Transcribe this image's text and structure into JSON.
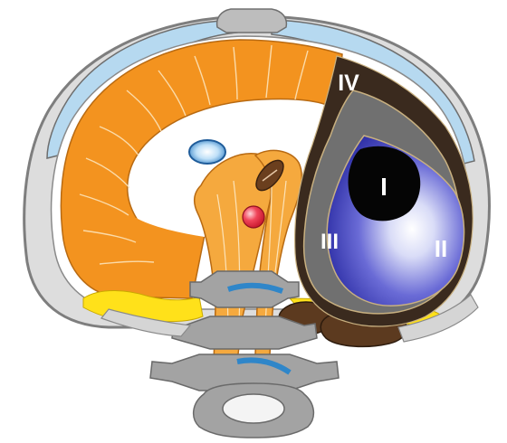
{
  "zones": {
    "zone_1": "I",
    "zone_2": "II",
    "zone_3": "III",
    "zone_4": "IV"
  },
  "colors": {
    "muscle": "#F3931F",
    "muscle_line": "#FCE3B8",
    "central_tendon": "#FFFFFF",
    "fat_pad": "#FFE11A",
    "skin_bone": "#D5D5D5",
    "dark_outline": "#8A8A8A",
    "pleura_blue": "#A9CFEA",
    "zone_dark_brown": "#3A2A1E",
    "zone_gray": "#6E6E6E",
    "zone_blue": "#3E3FB5",
    "zone_black": "#050505",
    "vertebra": "#A3A3A3",
    "blue_band": "#2F86C9",
    "brown_structure": "#5C3A1F",
    "red_dot": "#E5283C"
  },
  "icons": {
    "esophagus": "blue-oval-icon",
    "aorta": "red-circle-icon",
    "azygos": "brown-oval-icon"
  }
}
